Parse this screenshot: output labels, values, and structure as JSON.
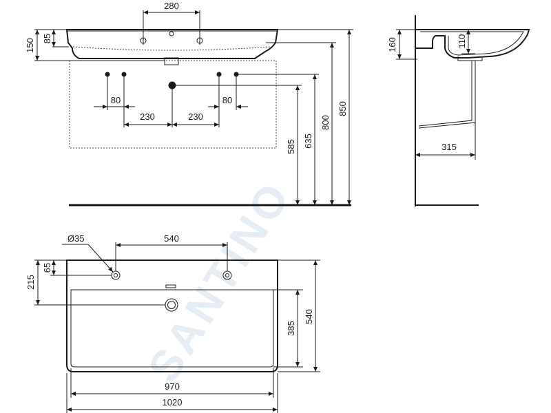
{
  "watermark": "SANTINO",
  "front_view": {
    "tap_spacing": "280",
    "basin_height": "150",
    "rim_depth": "85",
    "pipe_spacing_left": "80",
    "pipe_spacing_right": "80",
    "drain_offset_left": "230",
    "drain_offset_right": "230",
    "height_585": "585",
    "height_635": "635",
    "height_800": "800",
    "height_850": "850"
  },
  "side_view": {
    "rim_height": "160",
    "bowl_depth": "110",
    "wall_projection": "315"
  },
  "top_view": {
    "hole_diameter": "Ø35",
    "tap_spacing": "540",
    "hole_offset_65": "65",
    "drain_offset_215": "215",
    "bowl_depth_385": "385",
    "overall_depth_540": "540",
    "inner_width_970": "970",
    "overall_width_1020": "1020"
  }
}
